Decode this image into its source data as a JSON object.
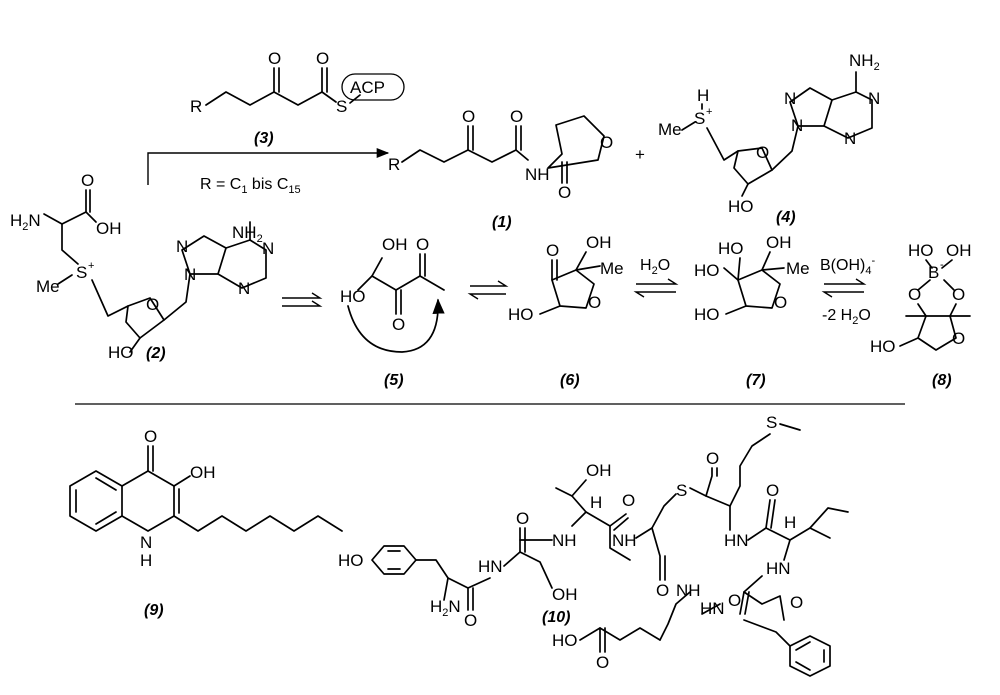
{
  "compounds": {
    "c1": "(1)",
    "c2": "(2)",
    "c3": "(3)",
    "c4": "(4)",
    "c5": "(5)",
    "c6": "(6)",
    "c7": "(7)",
    "c8": "(8)",
    "c9": "(9)",
    "c10": "(10)"
  },
  "atoms": {
    "R": "R",
    "O": "O",
    "S": "S",
    "H": "H",
    "N": "N",
    "ACP": "ACP",
    "NH": "NH",
    "NH2": "NH",
    "H2N": "H",
    "HO": "HO",
    "OH": "OH",
    "Me": "Me",
    "B": "B",
    "plus": "+",
    "minus": "-",
    "two": "2",
    "four": "4",
    "N_small": "N"
  },
  "conditions": {
    "r_prefix": "R = C",
    "r_sub1": "1",
    "r_mid": " bis C",
    "r_sub2": "15",
    "h2o_h": "H",
    "h2o_sub": "2",
    "h2o_o": "O",
    "boh4": "B(OH)",
    "boh4_sub": "4",
    "boh4_sup": "-",
    "minus2": "-2 H",
    "minus2_sub": "2",
    "minus2_o": "O"
  },
  "reaction_plus": "+"
}
